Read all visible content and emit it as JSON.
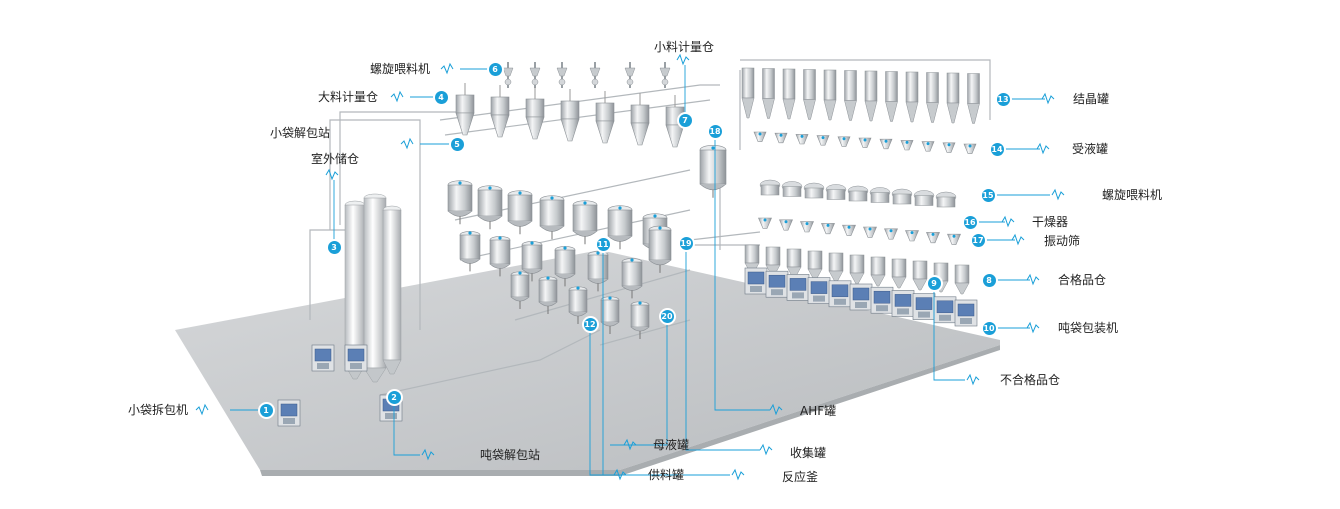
{
  "colors": {
    "accent": "#1a9fd8",
    "floor": "#c9ccce",
    "steel": "#d7dadd",
    "text": "#222222"
  },
  "callouts": [
    {
      "num": "1",
      "label": "小袋拆包机"
    },
    {
      "num": "2",
      "label": "吨袋解包站"
    },
    {
      "num": "3",
      "label": "室外储仓"
    },
    {
      "num": "4",
      "label": "大料计量仓"
    },
    {
      "num": "5",
      "label": "小袋解包站"
    },
    {
      "num": "6",
      "label": "螺旋喂料机"
    },
    {
      "num": "7",
      "label": "小料计量仓"
    },
    {
      "num": "8",
      "label": "合格品仓"
    },
    {
      "num": "9",
      "label": "不合格品仓"
    },
    {
      "num": "10",
      "label": "吨袋包装机"
    },
    {
      "num": "11",
      "label": "反应釜"
    },
    {
      "num": "12",
      "label": "供料罐"
    },
    {
      "num": "13",
      "label": "结晶罐"
    },
    {
      "num": "14",
      "label": "受液罐"
    },
    {
      "num": "15",
      "label": "螺旋喂料机"
    },
    {
      "num": "16",
      "label": "干燥器"
    },
    {
      "num": "17",
      "label": "振动筛"
    },
    {
      "num": "18",
      "label": "AHF罐"
    },
    {
      "num": "19",
      "label": "收集罐"
    },
    {
      "num": "20",
      "label": "母液罐"
    }
  ]
}
